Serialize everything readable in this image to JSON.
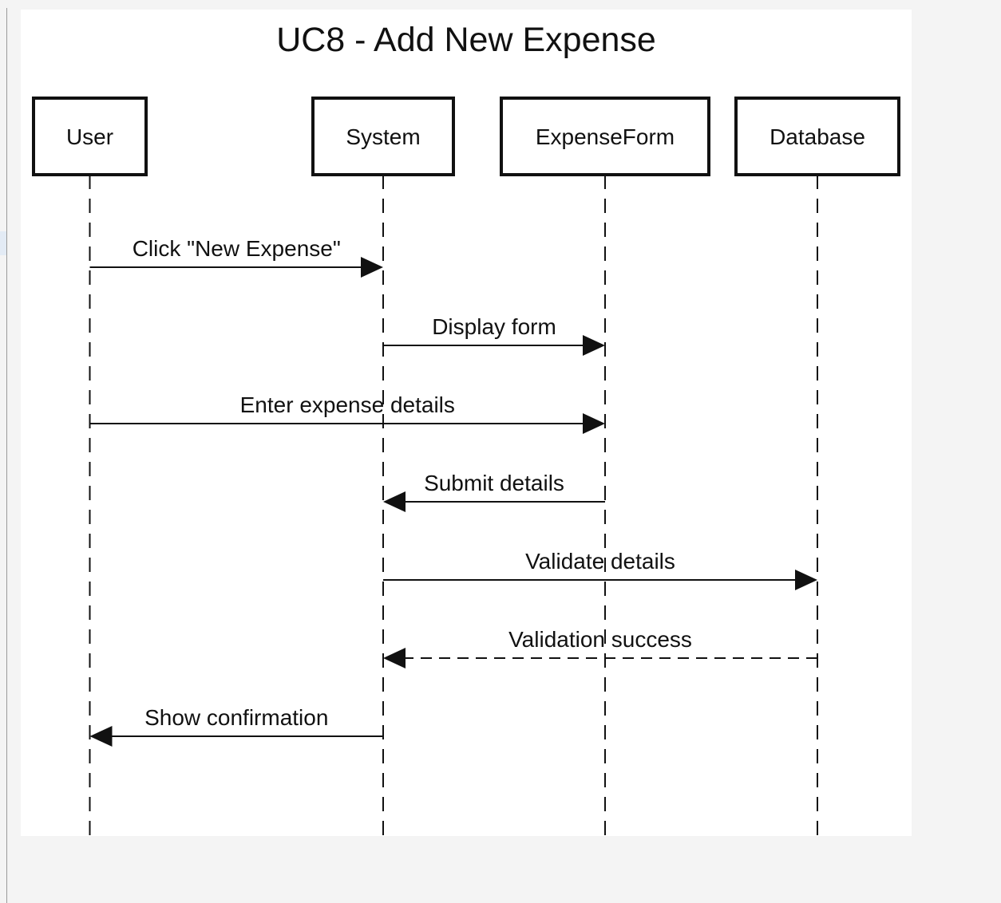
{
  "title": "UC8 - Add New Expense",
  "participants": [
    {
      "id": "user",
      "label": "User"
    },
    {
      "id": "system",
      "label": "System"
    },
    {
      "id": "expenseform",
      "label": "ExpenseForm"
    },
    {
      "id": "database",
      "label": "Database"
    }
  ],
  "messages": [
    {
      "from": "user",
      "to": "system",
      "label": "Click \"New Expense\"",
      "style": "solid"
    },
    {
      "from": "system",
      "to": "expenseform",
      "label": "Display form",
      "style": "solid"
    },
    {
      "from": "user",
      "to": "expenseform",
      "label": "Enter expense details",
      "style": "solid"
    },
    {
      "from": "expenseform",
      "to": "system",
      "label": "Submit details",
      "style": "solid"
    },
    {
      "from": "system",
      "to": "database",
      "label": "Validate details",
      "style": "solid"
    },
    {
      "from": "database",
      "to": "system",
      "label": "Validation success",
      "style": "dashed"
    },
    {
      "from": "system",
      "to": "user",
      "label": "Show confirmation",
      "style": "solid"
    }
  ]
}
